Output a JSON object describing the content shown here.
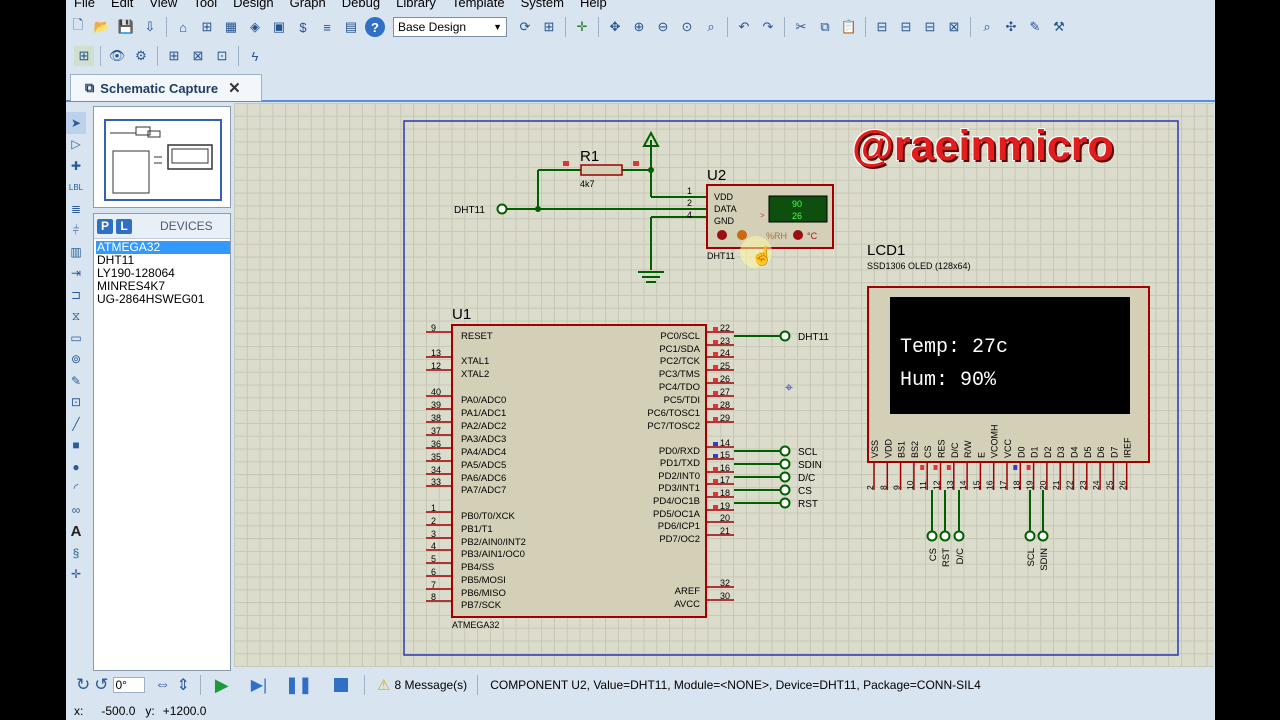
{
  "menu": [
    "File",
    "Edit",
    "View",
    "Tool",
    "Design",
    "Graph",
    "Debug",
    "Library",
    "Template",
    "System",
    "Help"
  ],
  "toolbar": {
    "layer_select": "Base Design"
  },
  "tab": {
    "title": "Schematic Capture"
  },
  "devices": {
    "header": "DEVICES",
    "p_button": "P",
    "l_button": "L",
    "items": [
      "ATMEGA32",
      "DHT11",
      "LY190-128064",
      "MINRES4K7",
      "UG-2864HSWEG01"
    ],
    "selected_index": 0
  },
  "schematic": {
    "r1": {
      "ref": "R1",
      "value": "4k7"
    },
    "u2": {
      "ref": "U2",
      "type": "DHT11",
      "pins": [
        {
          "n": "1",
          "name": "VDD"
        },
        {
          "n": "2",
          "name": "DATA"
        },
        {
          "n": "4",
          "name": "GND"
        }
      ],
      "display_rh": "90",
      "display_t": "26",
      "rh_unit": "%RH",
      "t_unit": "°C"
    },
    "dht_label": "DHT11",
    "u1": {
      "ref": "U1",
      "type": "ATMEGA32",
      "left_pins": [
        {
          "n": "9",
          "name": "RESET"
        },
        {
          "n": "13",
          "name": "XTAL1"
        },
        {
          "n": "12",
          "name": "XTAL2"
        },
        {
          "n": "40",
          "name": "PA0/ADC0"
        },
        {
          "n": "39",
          "name": "PA1/ADC1"
        },
        {
          "n": "38",
          "name": "PA2/ADC2"
        },
        {
          "n": "37",
          "name": "PA3/ADC3"
        },
        {
          "n": "36",
          "name": "PA4/ADC4"
        },
        {
          "n": "35",
          "name": "PA5/ADC5"
        },
        {
          "n": "34",
          "name": "PA6/ADC6"
        },
        {
          "n": "33",
          "name": "PA7/ADC7"
        },
        {
          "n": "1",
          "name": "PB0/T0/XCK"
        },
        {
          "n": "2",
          "name": "PB1/T1"
        },
        {
          "n": "3",
          "name": "PB2/AIN0/INT2"
        },
        {
          "n": "4",
          "name": "PB3/AIN1/OC0"
        },
        {
          "n": "5",
          "name": "PB4/SS"
        },
        {
          "n": "6",
          "name": "PB5/MOSI"
        },
        {
          "n": "7",
          "name": "PB6/MISO"
        },
        {
          "n": "8",
          "name": "PB7/SCK"
        }
      ],
      "right_pins": [
        {
          "n": "22",
          "name": "PC0/SCL"
        },
        {
          "n": "23",
          "name": "PC1/SDA"
        },
        {
          "n": "24",
          "name": "PC2/TCK"
        },
        {
          "n": "25",
          "name": "PC3/TMS"
        },
        {
          "n": "26",
          "name": "PC4/TDO"
        },
        {
          "n": "27",
          "name": "PC5/TDI"
        },
        {
          "n": "28",
          "name": "PC6/TOSC1"
        },
        {
          "n": "29",
          "name": "PC7/TOSC2"
        },
        {
          "n": "14",
          "name": "PD0/RXD"
        },
        {
          "n": "15",
          "name": "PD1/TXD"
        },
        {
          "n": "16",
          "name": "PD2/INT0"
        },
        {
          "n": "17",
          "name": "PD3/INT1"
        },
        {
          "n": "18",
          "name": "PD4/OC1B"
        },
        {
          "n": "19",
          "name": "PD5/OC1A"
        },
        {
          "n": "20",
          "name": "PD6/ICP1"
        },
        {
          "n": "21",
          "name": "PD7/OC2"
        },
        {
          "n": "32",
          "name": "AREF"
        },
        {
          "n": "30",
          "name": "AVCC"
        }
      ],
      "net_labels": [
        "DHT11",
        "SCL",
        "SDIN",
        "D/C",
        "CS",
        "RST"
      ]
    },
    "lcd": {
      "ref": "LCD1",
      "type": "SSD1306 OLED (128x64)",
      "line1": "Temp: 27c",
      "line2": "Hum:  90%",
      "pins": [
        {
          "n": "2",
          "name": "VSS"
        },
        {
          "n": "8",
          "name": "VDD"
        },
        {
          "n": "9",
          "name": "BS1"
        },
        {
          "n": "10",
          "name": "BS2"
        },
        {
          "n": "11",
          "name": "CS"
        },
        {
          "n": "12",
          "name": "RES"
        },
        {
          "n": "13",
          "name": "D/C"
        },
        {
          "n": "14",
          "name": "R/W"
        },
        {
          "n": "15",
          "name": "E"
        },
        {
          "n": "16",
          "name": "VCOMH"
        },
        {
          "n": "17",
          "name": "VCC"
        },
        {
          "n": "18",
          "name": "D0"
        },
        {
          "n": "19",
          "name": "D1"
        },
        {
          "n": "20",
          "name": "D2"
        },
        {
          "n": "21",
          "name": "D3"
        },
        {
          "n": "22",
          "name": "D4"
        },
        {
          "n": "23",
          "name": "D5"
        },
        {
          "n": "24",
          "name": "D6"
        },
        {
          "n": "25",
          "name": "D7"
        },
        {
          "n": "26",
          "name": "IREF"
        }
      ],
      "net_labels": [
        "CS",
        "RST",
        "D/C",
        "SCL",
        "SDIN"
      ]
    }
  },
  "watermark": "@raeinmicro",
  "status": {
    "rotation": "0°",
    "messages": "8 Message(s)",
    "component_info": "COMPONENT U2, Value=DHT11, Module=<NONE>, Device=DHT11, Package=CONN-SIL4"
  },
  "coords": {
    "x_label": "x:",
    "x": "-500.0",
    "y_label": "y:",
    "y": "+1200.0"
  },
  "colors": {
    "wire": "#006000",
    "component_border": "#a00000",
    "component_fill": "#d4d0b8",
    "oled_bg": "#000000",
    "watermark": "#e21d1d"
  }
}
